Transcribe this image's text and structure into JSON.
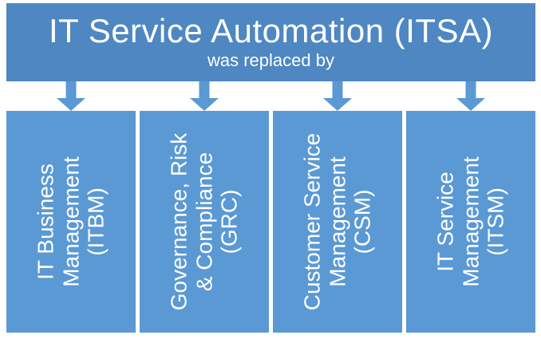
{
  "colors": {
    "background": "#ffffff",
    "header_fill": "#4e87c2",
    "box_fill": "#5b99d4",
    "arrow_fill": "#5b99d4",
    "text": "#ffffff"
  },
  "header": {
    "title": "IT Service Automation (ITSA)",
    "subtitle": "was replaced by"
  },
  "boxes": [
    {
      "abbr": "ITBM",
      "label": "IT Business\nManagement\n(ITBM)"
    },
    {
      "abbr": "GRC",
      "label": "Governance, Risk\n& Compliance\n(GRC)"
    },
    {
      "abbr": "CSM",
      "label": "Customer Service\nManagement\n(CSM)"
    },
    {
      "abbr": "ITSM",
      "label": "IT Service\nManagement\n(ITSM)"
    }
  ]
}
